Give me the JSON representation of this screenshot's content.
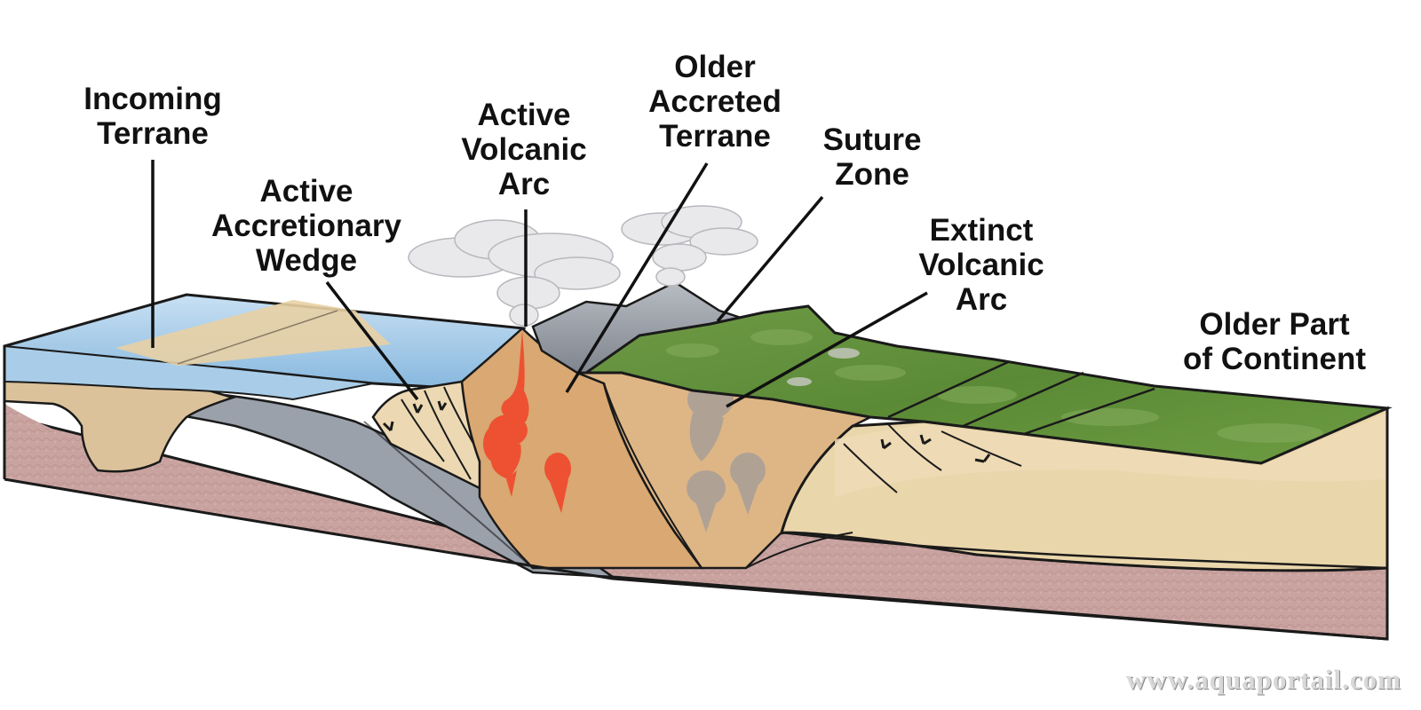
{
  "labels": {
    "incoming_terrane": [
      "Incoming",
      "Terrane"
    ],
    "active_accretionary_wedge": [
      "Active",
      "Accretionary",
      "Wedge"
    ],
    "active_volcanic_arc": [
      "Active",
      "Volcanic",
      "Arc"
    ],
    "older_accreted_terrane": [
      "Older",
      "Accreted",
      "Terrane"
    ],
    "suture_zone": [
      "Suture",
      "Zone"
    ],
    "extinct_volcanic_arc": [
      "Extinct",
      "Volcanic",
      "Arc"
    ],
    "older_part_of_continent": [
      "Older Part",
      "of Continent"
    ]
  },
  "watermark": "www.aquaportail.com",
  "colors": {
    "ocean": "#9cc7e6",
    "mantle": "#c9a3a0",
    "crust": "#e9d2a9",
    "sediment": "#d9b88c",
    "oceanic_plate": "#9aa1ab",
    "magma": "#ef4a2c",
    "extinct_plume": "#a89e98",
    "forest": "#5f8f3c",
    "cloud": "#e9e9ec"
  }
}
